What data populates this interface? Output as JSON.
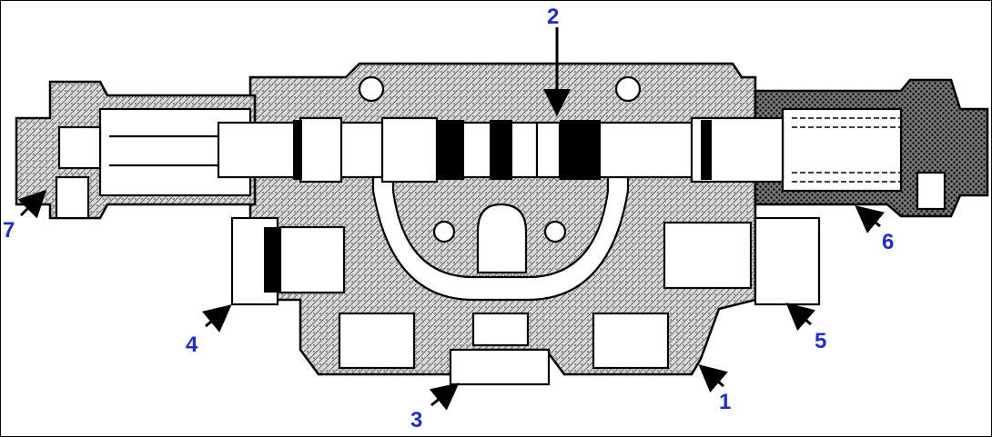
{
  "figure": {
    "subject": "valve-cross-section",
    "colors": {
      "callout": "#1f2bd6",
      "ink": "#000000",
      "background": "#ffffff"
    },
    "callouts": [
      {
        "id": "1",
        "label": "1"
      },
      {
        "id": "2",
        "label": "2"
      },
      {
        "id": "3",
        "label": "3"
      },
      {
        "id": "4",
        "label": "4"
      },
      {
        "id": "5",
        "label": "5"
      },
      {
        "id": "6",
        "label": "6"
      },
      {
        "id": "7",
        "label": "7"
      }
    ]
  }
}
